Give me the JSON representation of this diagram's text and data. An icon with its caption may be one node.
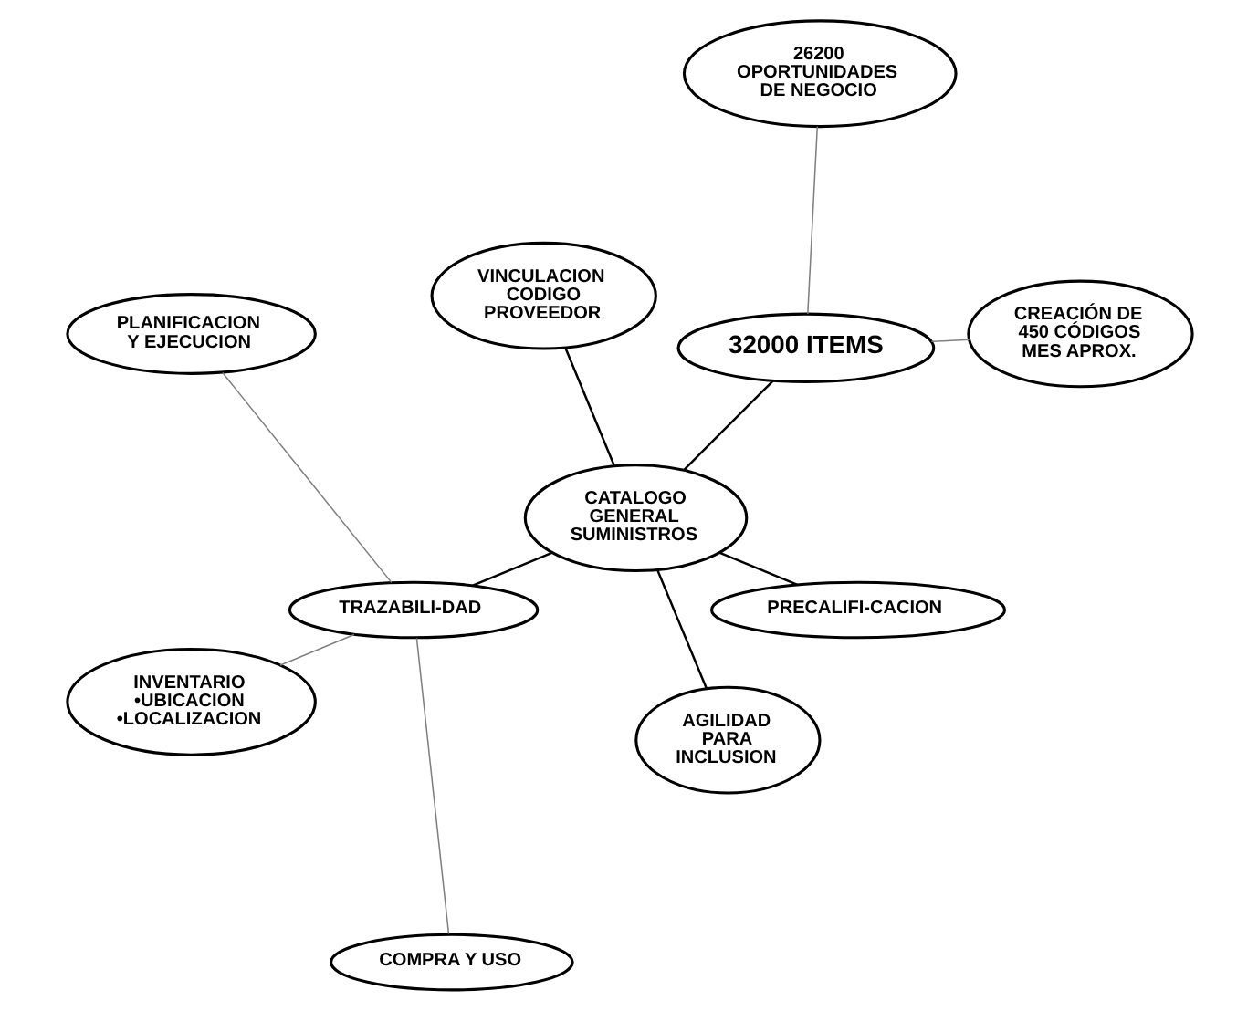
{
  "diagram": {
    "nodes": [
      {
        "text": [
          "CREACIÓN DE 450 CÓDIGOS MES APROX."
        ]
      },
      {
        "text": [
          "26200 OPORTUNIDADES DE NEGOCIO"
        ]
      },
      {
        "text": [
          "32000 ITEMS"
        ]
      },
      {
        "text": [
          "VINCULACION CODIGO PROVEEDOR"
        ]
      },
      {
        "text": [
          "CATALOGO GENERAL SUMINISTROS"
        ]
      },
      {
        "text": [
          "TRAZABILI-DAD"
        ]
      },
      {
        "text": [
          "PLANIFICACION Y EJECUCION"
        ]
      },
      {
        "text": [
          "INVENTARIO",
          "•UBICACION",
          "•LOCALIZACION"
        ]
      },
      {
        "text": [
          "COMPRA Y USO"
        ]
      },
      {
        "text": [
          "AGILIDAD PARA INCLUSION"
        ]
      },
      {
        "text": [
          "PRECALIFI-CACION"
        ]
      }
    ],
    "edges": [
      {
        "from": 2,
        "to": 0,
        "arrow": "none",
        "color": "#808080"
      },
      {
        "from": 2,
        "to": 1,
        "arrow": "none",
        "color": "#808080"
      },
      {
        "from": 4,
        "to": 2,
        "arrow": "none",
        "color": "#000000"
      },
      {
        "from": 4,
        "to": 3,
        "arrow": "none",
        "color": "#000000"
      },
      {
        "from": 4,
        "to": 5,
        "arrow": "none",
        "color": "#000000"
      },
      {
        "from": 5,
        "to": 6,
        "arrow": "none",
        "color": "#808080"
      },
      {
        "from": 5,
        "to": 7,
        "arrow": "none",
        "color": "#808080"
      },
      {
        "from": 5,
        "to": 8,
        "arrow": "none",
        "color": "#808080"
      },
      {
        "from": 4,
        "to": 9,
        "arrow": "none",
        "color": "#000000"
      },
      {
        "from": 4,
        "to": 10,
        "arrow": "none",
        "color": "#000000"
      }
    ]
  }
}
